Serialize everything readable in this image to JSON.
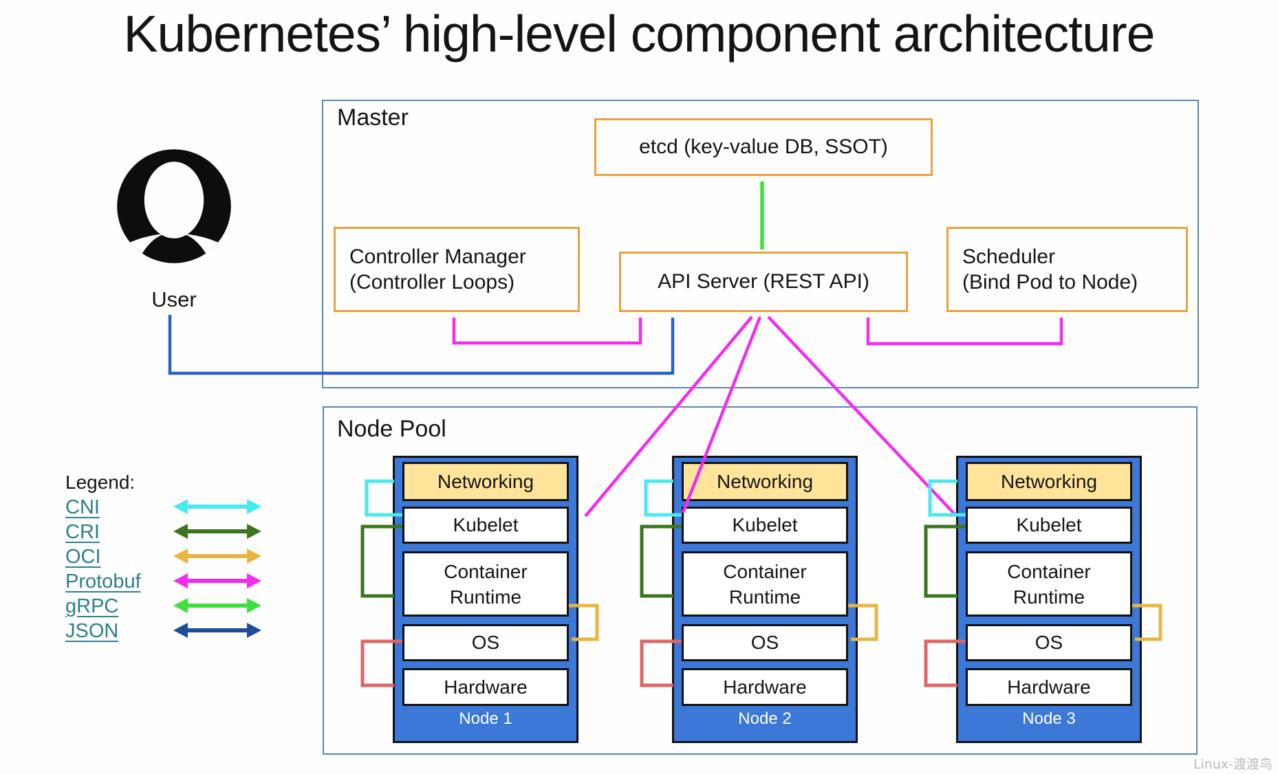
{
  "title": "Kubernetes’ high-level component architecture",
  "user": {
    "label": "User"
  },
  "master": {
    "label": "Master",
    "etcd_label": "etcd (key-value DB, SSOT)",
    "controller_manager_label": "Controller Manager\n(Controller Loops)",
    "api_server_label": "API Server (REST API)",
    "scheduler_label": "Scheduler\n(Bind Pod to Node)"
  },
  "node_pool": {
    "label": "Node Pool",
    "nodes": [
      {
        "name": "Node 1",
        "networking": "Networking",
        "kubelet": "Kubelet",
        "container_runtime": "Container\nRuntime",
        "os": "OS",
        "hardware": "Hardware"
      },
      {
        "name": "Node 2",
        "networking": "Networking",
        "kubelet": "Kubelet",
        "container_runtime": "Container\nRuntime",
        "os": "OS",
        "hardware": "Hardware"
      },
      {
        "name": "Node 3",
        "networking": "Networking",
        "kubelet": "Kubelet",
        "container_runtime": "Container\nRuntime",
        "os": "OS",
        "hardware": "Hardware"
      }
    ]
  },
  "legend": {
    "title": "Legend:",
    "items": [
      {
        "id": "cni",
        "label": "CNI"
      },
      {
        "id": "cri",
        "label": "CRI"
      },
      {
        "id": "oci",
        "label": "OCI"
      },
      {
        "id": "protobuf",
        "label": "Protobuf"
      },
      {
        "id": "grpc",
        "label": "gRPC"
      },
      {
        "id": "json",
        "label": "JSON"
      }
    ]
  },
  "watermark": "Linux-渡渡鸟",
  "colors": {
    "cni": "#47e9f3",
    "cri": "#3b761e",
    "oci": "#e8b542",
    "protobuf": "#f32bf0",
    "grpc": "#3fdf3f",
    "json": "#1c4d96",
    "user_json": "#2b62c9",
    "hw_link": "#e06666",
    "node_blue": "#3c78d8",
    "networking_fill": "#ffe49a",
    "box_orange": "#e8a23e",
    "frame_blue": "#5b85b2",
    "link_teal": "#2b7f8d",
    "watermark_gray": "#b9b9b9"
  }
}
